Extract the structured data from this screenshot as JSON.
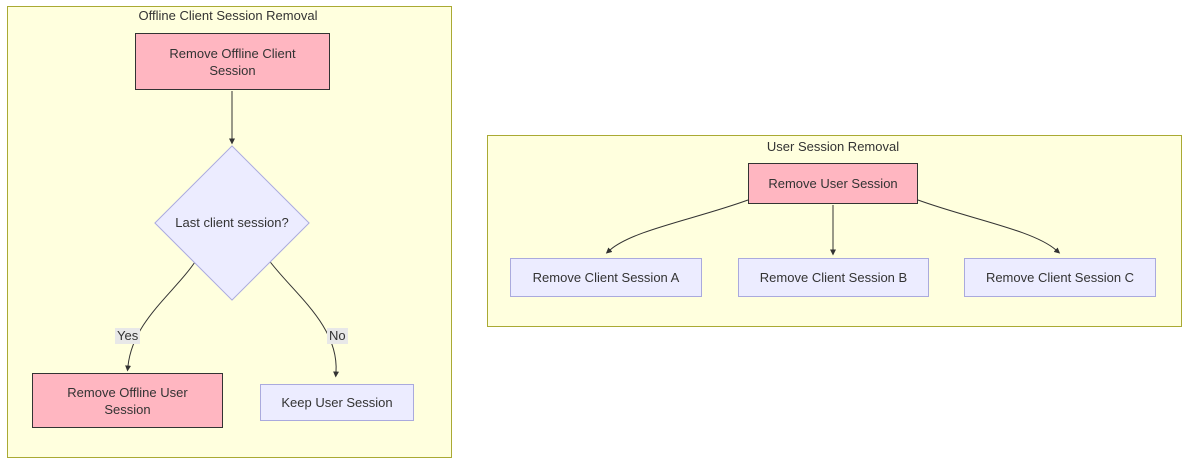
{
  "diagram": {
    "left": {
      "title": "Offline Client Session Removal",
      "node_remove_offline_client": "Remove Offline Client Session",
      "node_decision": "Last client session?",
      "label_yes": "Yes",
      "label_no": "No",
      "node_remove_offline_user": "Remove Offline User Session",
      "node_keep_user": "Keep User Session"
    },
    "right": {
      "title": "User Session Removal",
      "node_remove_user": "Remove User Session",
      "node_client_a": "Remove Client Session A",
      "node_client_b": "Remove Client Session B",
      "node_client_c": "Remove Client Session C"
    }
  },
  "colors": {
    "subgraph_fill": "#ffffde",
    "subgraph_border": "#aaaa33",
    "highlight_node_fill": "#ffb6c1",
    "highlight_node_border": "#333333",
    "default_node_fill": "#ececff",
    "default_node_border": "#aaaadd",
    "edge_stroke": "#333333",
    "edge_label_bg": "#e8e8e8",
    "text": "#333333"
  }
}
